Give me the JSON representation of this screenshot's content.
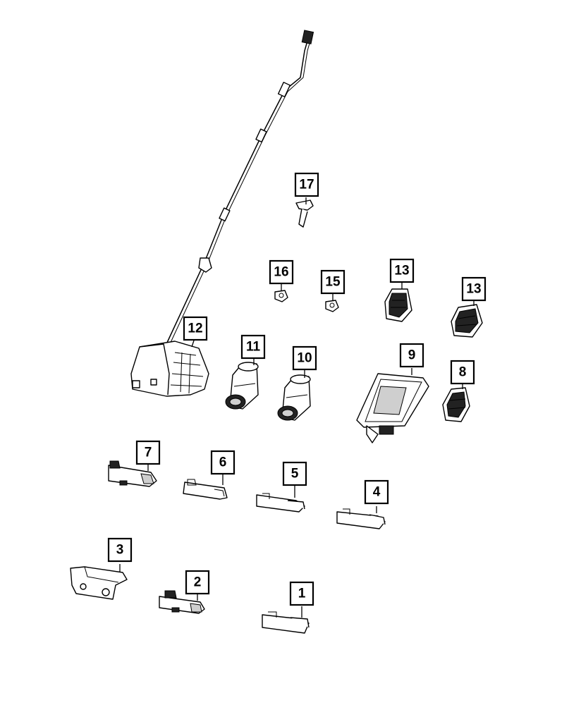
{
  "callouts": [
    "1",
    "2",
    "3",
    "4",
    "5",
    "6",
    "7",
    "8",
    "9",
    "10",
    "11",
    "12",
    "13",
    "13",
    "15",
    "16",
    "17"
  ],
  "colors": {
    "line": "#000000",
    "background": "#ffffff",
    "fill_gray": "#cfcfcf"
  }
}
